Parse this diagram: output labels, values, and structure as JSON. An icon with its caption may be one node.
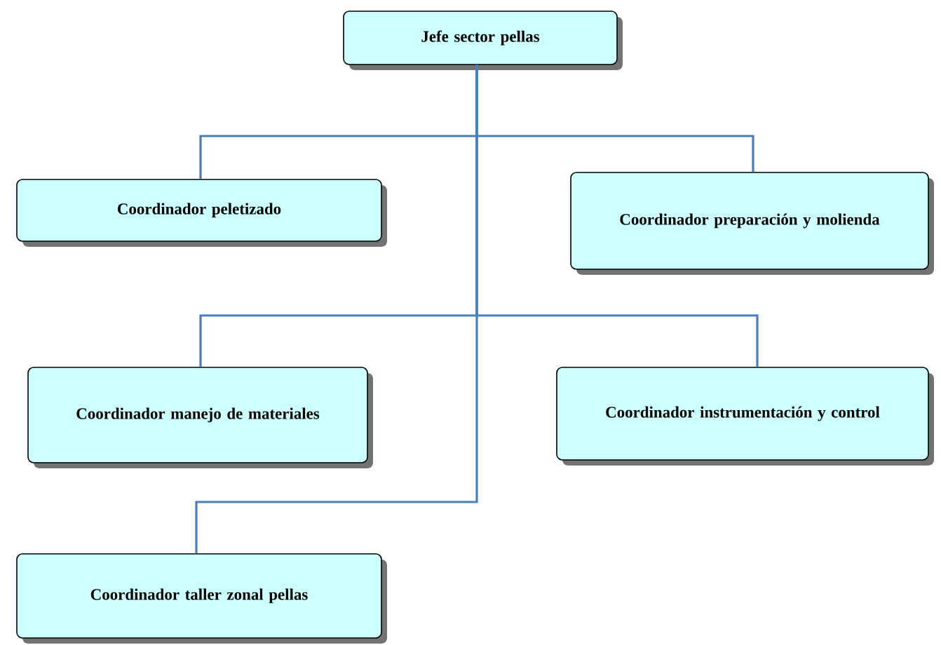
{
  "diagram": {
    "nodes": [
      {
        "text": [
          "Jefe sector pellas"
        ]
      },
      {
        "text": [
          "Coordinador peletizado"
        ]
      },
      {
        "text": [
          "Coordinador preparación y molienda"
        ]
      },
      {
        "text": [
          "Coordinador manejo de materiales"
        ]
      },
      {
        "text": [
          "Coordinador instrumentación y control"
        ]
      },
      {
        "text": [
          "Coordinador taller zonal pellas"
        ]
      }
    ],
    "edges": [
      {
        "from": 0,
        "to": 1,
        "arrow": "none"
      },
      {
        "from": 0,
        "to": 2,
        "arrow": "none"
      },
      {
        "from": 0,
        "to": 3,
        "arrow": "none"
      },
      {
        "from": 0,
        "to": 4,
        "arrow": "none"
      },
      {
        "from": 0,
        "to": 5,
        "arrow": "none"
      }
    ]
  }
}
